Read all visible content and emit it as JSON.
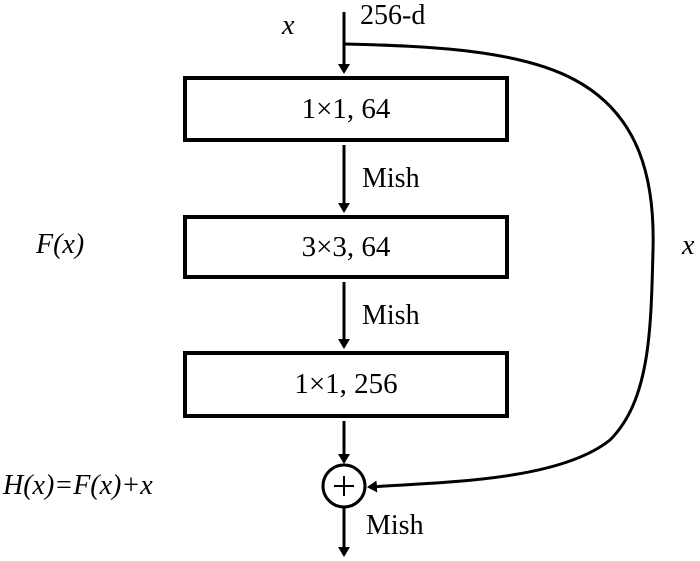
{
  "diagram": {
    "input_label": "x",
    "input_dim": "256-d",
    "residual_function_label": "F(x)",
    "shortcut_label": "x",
    "output_formula": "H(x)=F(x)+x",
    "layers": [
      {
        "label": "1×1, 64"
      },
      {
        "label": "3×3, 64"
      },
      {
        "label": "1×1, 256"
      }
    ],
    "activations": [
      "Mish",
      "Mish",
      "Mish"
    ],
    "sum_symbol": "+"
  }
}
